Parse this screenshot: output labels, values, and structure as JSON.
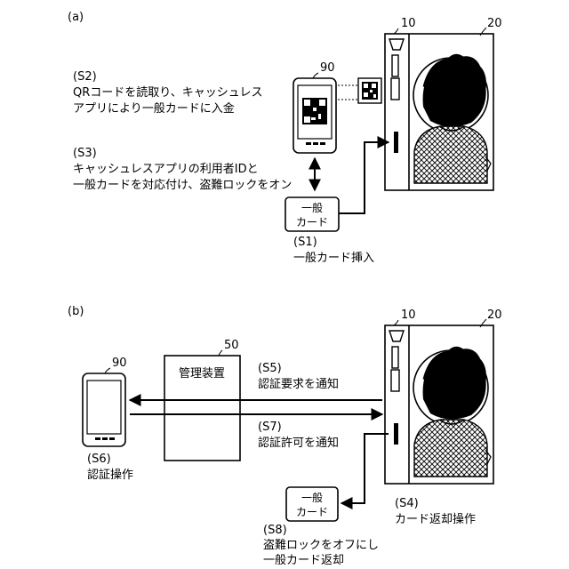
{
  "panel_a": {
    "label": "(a)",
    "ref_10": "10",
    "ref_20": "20",
    "ref_90": "90",
    "s2_step": "(S2)",
    "s2_line1": "QRコードを読取り、キャッシュレス",
    "s2_line2": "アプリにより一般カードに入金",
    "s3_step": "(S3)",
    "s3_line1": "キャッシュレスアプリの利用者IDと",
    "s3_line2": "一般カードを対応付け、盗難ロックをオン",
    "card_line1": "一般",
    "card_line2": "カード",
    "s1_step": "(S1)",
    "s1_text": "一般カード挿入"
  },
  "panel_b": {
    "label": "(b)",
    "ref_10": "10",
    "ref_20": "20",
    "ref_50": "50",
    "ref_90": "90",
    "server_label": "管理装置",
    "s5_step": "(S5)",
    "s5_text": "認証要求を通知",
    "s7_step": "(S7)",
    "s7_text": "認証許可を通知",
    "s6_step": "(S6)",
    "s6_text": "認証操作",
    "card_line1": "一般",
    "card_line2": "カード",
    "s4_step": "(S4)",
    "s4_text": "カード返却操作",
    "s8_step": "(S8)",
    "s8_line1": "盗難ロックをオフにし",
    "s8_line2": "一般カード返却"
  }
}
